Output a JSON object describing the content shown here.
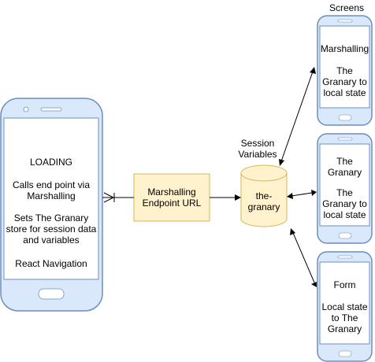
{
  "screens_heading": "Screens",
  "session_label": "Session\nVariables",
  "main_phone": {
    "title": "LOADING",
    "line1": "Calls end point via\nMarshalling",
    "line2": "Sets The Granary\nstore for session data\nand variables",
    "line3": "React Navigation"
  },
  "endpoint_box": {
    "label": "Marshalling\nEndpoint URL"
  },
  "database": {
    "label": "the-\ngranary"
  },
  "screen_phones": [
    {
      "title": "Marshalling",
      "body": "The\nGranary to\nlocal state"
    },
    {
      "title": "The\nGranary",
      "body": "The\nGranary to\nlocal state"
    },
    {
      "title": "Form",
      "body": "Local state\nto The\nGranary"
    }
  ],
  "colors": {
    "phone_fill": "#dae8fc",
    "phone_stroke": "#6c8ebf",
    "box_fill": "#fff2cc",
    "box_stroke": "#d6b656",
    "line": "#000000"
  }
}
